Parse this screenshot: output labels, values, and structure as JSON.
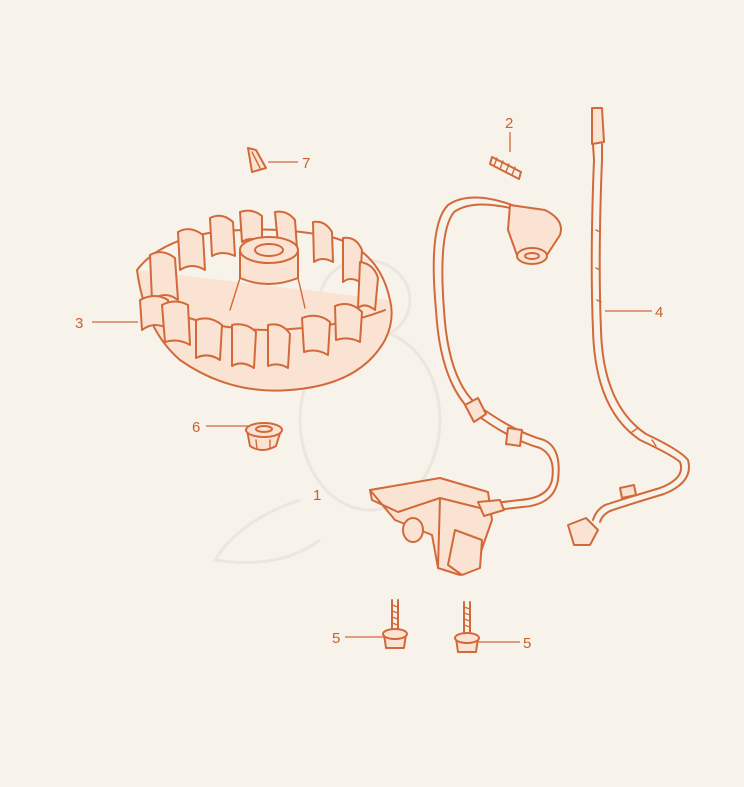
{
  "diagram": {
    "ink_color": "#d2693a",
    "background_color": "#f7f3ea",
    "callouts": [
      {
        "id": "7",
        "text": "7"
      },
      {
        "id": "2",
        "text": "2"
      },
      {
        "id": "3",
        "text": "3"
      },
      {
        "id": "4",
        "text": "4"
      },
      {
        "id": "6",
        "text": "6"
      },
      {
        "id": "1",
        "text": "1"
      },
      {
        "id": "5a",
        "text": "5"
      },
      {
        "id": "5b",
        "text": "5"
      }
    ]
  }
}
